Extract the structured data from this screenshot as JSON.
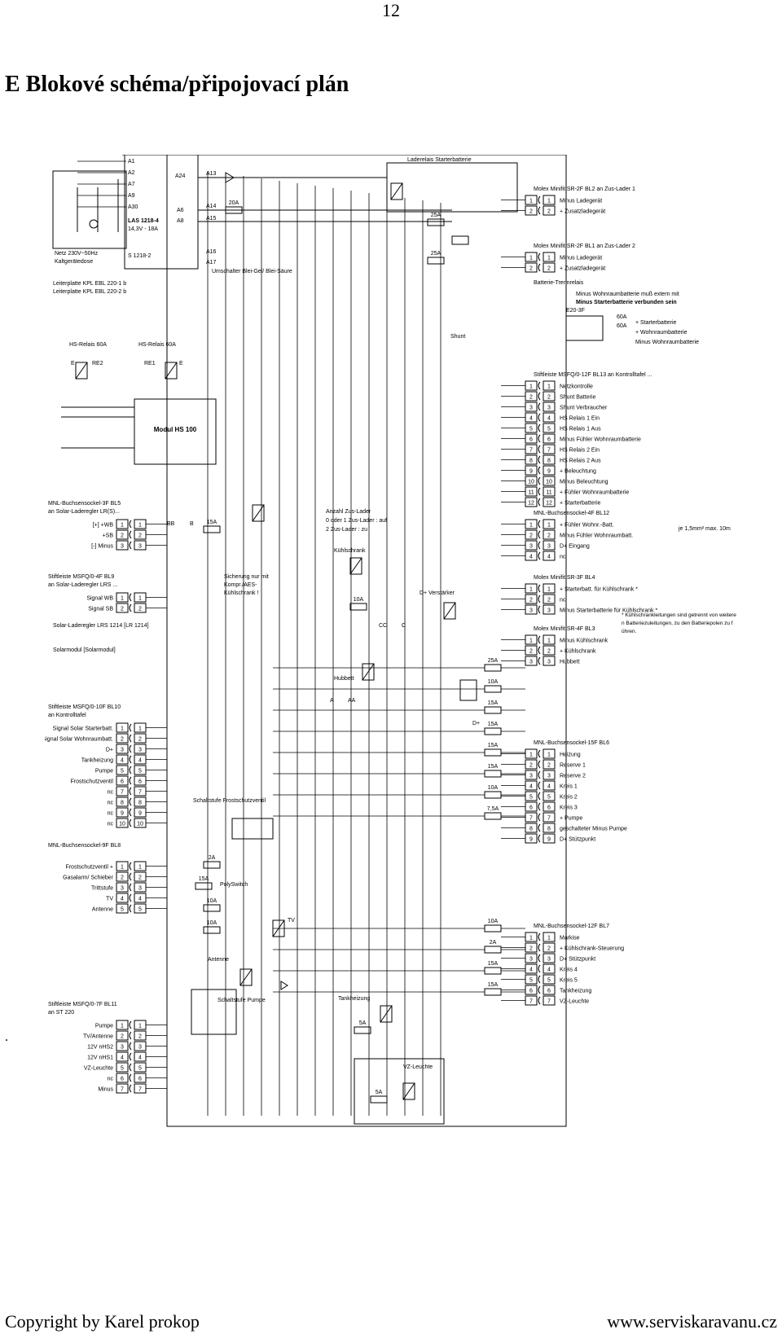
{
  "page": {
    "number": "12",
    "title": "E  Blokové schéma/připojovací plán",
    "bullet": ".",
    "footer_left": "Copyright by Karel prokop",
    "footer_right": "www.serviskaravanu.cz"
  },
  "diagram": {
    "mains": {
      "name": "Netz 230V~50Hz",
      "sub": "Kaltgerätedose"
    },
    "charger": {
      "model": "LAS 1218-4",
      "spec": "14,3V - 18A",
      "s_label": "S 1218-2"
    },
    "switch_note": "Umschalter Blei-Gel/ Blei-Säure",
    "board": [
      "Leiterplatte KPL EBL 220-1 b",
      "Leiterplatte KPL EBL 220-2 b"
    ],
    "a_pins": [
      "A1",
      "A2",
      "A7",
      "A9",
      "A30",
      "A24",
      "A6",
      "A8",
      "A13",
      "A14",
      "A15",
      "A16",
      "A17"
    ],
    "fuses": {
      "f20": "20A",
      "f25a": "25A",
      "f25b": "25A",
      "f15": "15A",
      "f10": "10A",
      "f5": "5A"
    },
    "relays": {
      "starter": "Laderelais Starterbatterie",
      "hs1": "HS-Relais 60A",
      "hs2": "HS-Relais 60A",
      "sep": "Batterie-Trennrelais",
      "shunt": "Shunt",
      "e20": "E20-3F",
      "fridge": "Kühlschrank",
      "dplus": "D+ Verstärker",
      "hubbett": "Hubbett",
      "tank": "Tankheizung",
      "vz": "VZ-Leuchte",
      "antenna": "Antenne",
      "pump": "Schaltstufe Pumpe",
      "frost": "Schaltstufe Frostschutzventil"
    },
    "module": "Modul HS 100",
    "module_note": [
      "Anzahl Zus-Lader",
      "0 oder 1   Zus-Lader : auf",
      "2            Zus-Lader : zu"
    ],
    "fridge_note": [
      "Sicherung nur mit",
      "Kompr./AES-",
      "Kühlschrank !"
    ],
    "left_blocks": [
      {
        "title": "MNL-Buchsensockel-3F BL5",
        "sub": "an Solar-Laderegler LR(S)...",
        "rows": [
          "[+]  +WB",
          "+SB",
          "[-]  Minus"
        ]
      },
      {
        "title": "Stiftleiste MSFQ/0-4F BL9",
        "sub": "an Solar-Laderegler LRS ...",
        "rows": [
          "Signal WB",
          "Signal SB",
          "Solar-Laderegler LRS 1214 [LR 1214]",
          "Solarmodul [Solarmodul]"
        ]
      },
      {
        "title": "Stiftleiste MSFQ/0-10F BL10",
        "sub": "an Kontrolltafel",
        "rows": [
          "Signal Solar Starterbatt.",
          "Signal Solar Wohnraumbatt.",
          "D+",
          "Tankheizung",
          "Pumpe",
          "Frostschutzventil",
          "nc",
          "nc",
          "nc",
          "nc"
        ]
      },
      {
        "title": "MNL-Buchsensockel-9F BL8",
        "sub": "",
        "rows": [
          "Frostschutzventil +",
          "Gasalarm/ Schieber",
          "Trittstufe",
          "TV",
          "Antenne"
        ]
      },
      {
        "title": "Stiftleiste MSFQ/0-7F BL11",
        "sub": "an ST 220",
        "rows": [
          "Pumpe",
          "TV/Antenne",
          "12V nHS2",
          "12V nHS1",
          "VZ-Leuchte",
          "nc",
          "Minus"
        ]
      }
    ],
    "right_blocks": [
      {
        "title": "Molex Minifit SR-2F BL2  an Zus-Lader 1",
        "rows": [
          "Minus Ladegerät",
          "+ Zusatzladegerät"
        ]
      },
      {
        "title": "Molex Minifit SR-2F BL1  an Zus-Lader 2",
        "rows": [
          "Minus Ladegerät",
          "+ Zusatzladegerät"
        ]
      },
      {
        "title": "Batterie-Trennrelais",
        "rows": [
          "Minus Wohnraumbatterie muß extern mit",
          "Minus Starterbatterie verbunden sein",
          "+ Starterbatterie",
          "+ Wohnraumbatterie",
          "Minus Wohnraumbatterie"
        ]
      },
      {
        "title": "Stiftleiste MSFQ/0-12F BL13  an Kontrolltafel ...",
        "rows": [
          "Netzkontrolle",
          "Shunt Batterie",
          "Shunt Verbraucher",
          "HS Relais 1 Ein",
          "HS Relais 1 Aus",
          "Minus Fühler Wohnraumbatterie",
          "HS Relais 2 Ein",
          "HS Relais 2 Aus",
          "+ Beleuchtung",
          "Minus Beleuchtung",
          "+ Fühler Wohnraumbatterie",
          "+ Starterbatterie"
        ]
      },
      {
        "title": "MNL-Buchsensockel-4F BL12",
        "rows": [
          "+ Fühler Wohnr.-Batt.",
          "Minus Fühler Wohnraumbatt.",
          "D+ Eingang",
          "nc"
        ]
      },
      {
        "title": "Molex Minifit SR-3F BL4",
        "rows": [
          "+ Starterbatt. für Kühlschrank *",
          "nc",
          "Minus Starterbatterie für Kühlschrank *"
        ]
      },
      {
        "title": "Molex Minifit SR-4F BL3",
        "rows": [
          "Minus Kühlschrank",
          "+ Kühlschrank",
          "Hubbett"
        ]
      },
      {
        "title": "MNL-Buchsensockel-15F BL6",
        "rows": [
          "Heizung",
          "Reserve 1",
          "Reserve 2",
          "Kreis 1",
          "Kreis 2",
          "Kreis 3",
          "+ Pumpe",
          "geschalteter Minus Pumpe",
          "D+ Stützpunkt"
        ]
      },
      {
        "title": "MNL-Buchsensockel-12F BL7",
        "rows": [
          "Markise",
          "+ Kühlschrank-Steuerung",
          "D+ Stützpunkt",
          "Kreis 4",
          "Kreis 5",
          "Tankheizung",
          "VZ-Leuchte"
        ]
      }
    ],
    "notes": {
      "cable": "je 1,5mm²  max. 10m",
      "fridge": "* Kühlschrankleitungen sind getrennt von weiteren Batteriezuleitungen, zu den Batteriepolen zu führen."
    },
    "misc": {
      "polyswitch": "PolySwitch",
      "tv": "TV",
      "bb": "BB",
      "b": "B",
      "cc": "CC",
      "c": "C",
      "a": "A",
      "aa": "AA",
      "dplus": "D+",
      "e": "E",
      "re2": "RE2",
      "re1": "RE1"
    }
  }
}
